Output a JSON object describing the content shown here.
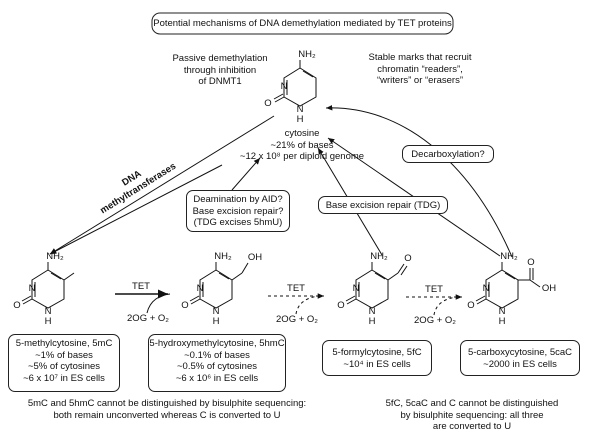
{
  "title": "Potential mechanisms of DNA demethylation mediated by TET proteins",
  "passive_note": [
    "Passive demethylation",
    "through inhibition",
    "of DNMT1"
  ],
  "stable_note": [
    "Stable marks that recruit",
    "chromatin “readers”,",
    "“writers” or “erasers”"
  ],
  "cytosine_info": [
    "cytosine",
    "~21% of bases",
    "~12 x 10⁸ per diploid genome"
  ],
  "dnmt_label": [
    "DNA",
    "methyltransferases"
  ],
  "deamination_box": [
    "Deamination by AID?",
    "Base excision repair?",
    "(TDG excises 5hmU)"
  ],
  "ber_box": "Base excision repair (TDG)",
  "decarboxylation_box": "Decarboxylation?",
  "tet_label": "TET",
  "cofactor_label": "2OG + O₂",
  "atoms": {
    "nh2": "NH₂",
    "n": "N",
    "nh": "N",
    "h": "H",
    "o": "O",
    "oh": "OH"
  },
  "compounds": [
    {
      "lines": [
        "5-methylcytosine, 5mC",
        "~1% of bases",
        "~5% of cytosines",
        "~6 x 10⁷ in ES cells"
      ]
    },
    {
      "lines": [
        "5-hydroxymethylcytosine, 5hmC",
        "~0.1% of bases",
        "~0.5% of cytosines",
        "~6 x 10⁶ in ES cells"
      ]
    },
    {
      "lines": [
        "5-formylcytosine, 5fC",
        "~10⁴ in ES cells"
      ]
    },
    {
      "lines": [
        "5-carboxycytosine, 5caC",
        "~2000 in ES cells"
      ]
    }
  ],
  "footnote_left": [
    "5mC and 5hmC cannot be distinguished by bisulphite sequencing:",
    "both remain unconverted whereas C is converted to U"
  ],
  "footnote_right": [
    "5fC, 5caC and C cannot be distinguished",
    "by bisulphite sequencing: all three",
    "are converted to U"
  ]
}
